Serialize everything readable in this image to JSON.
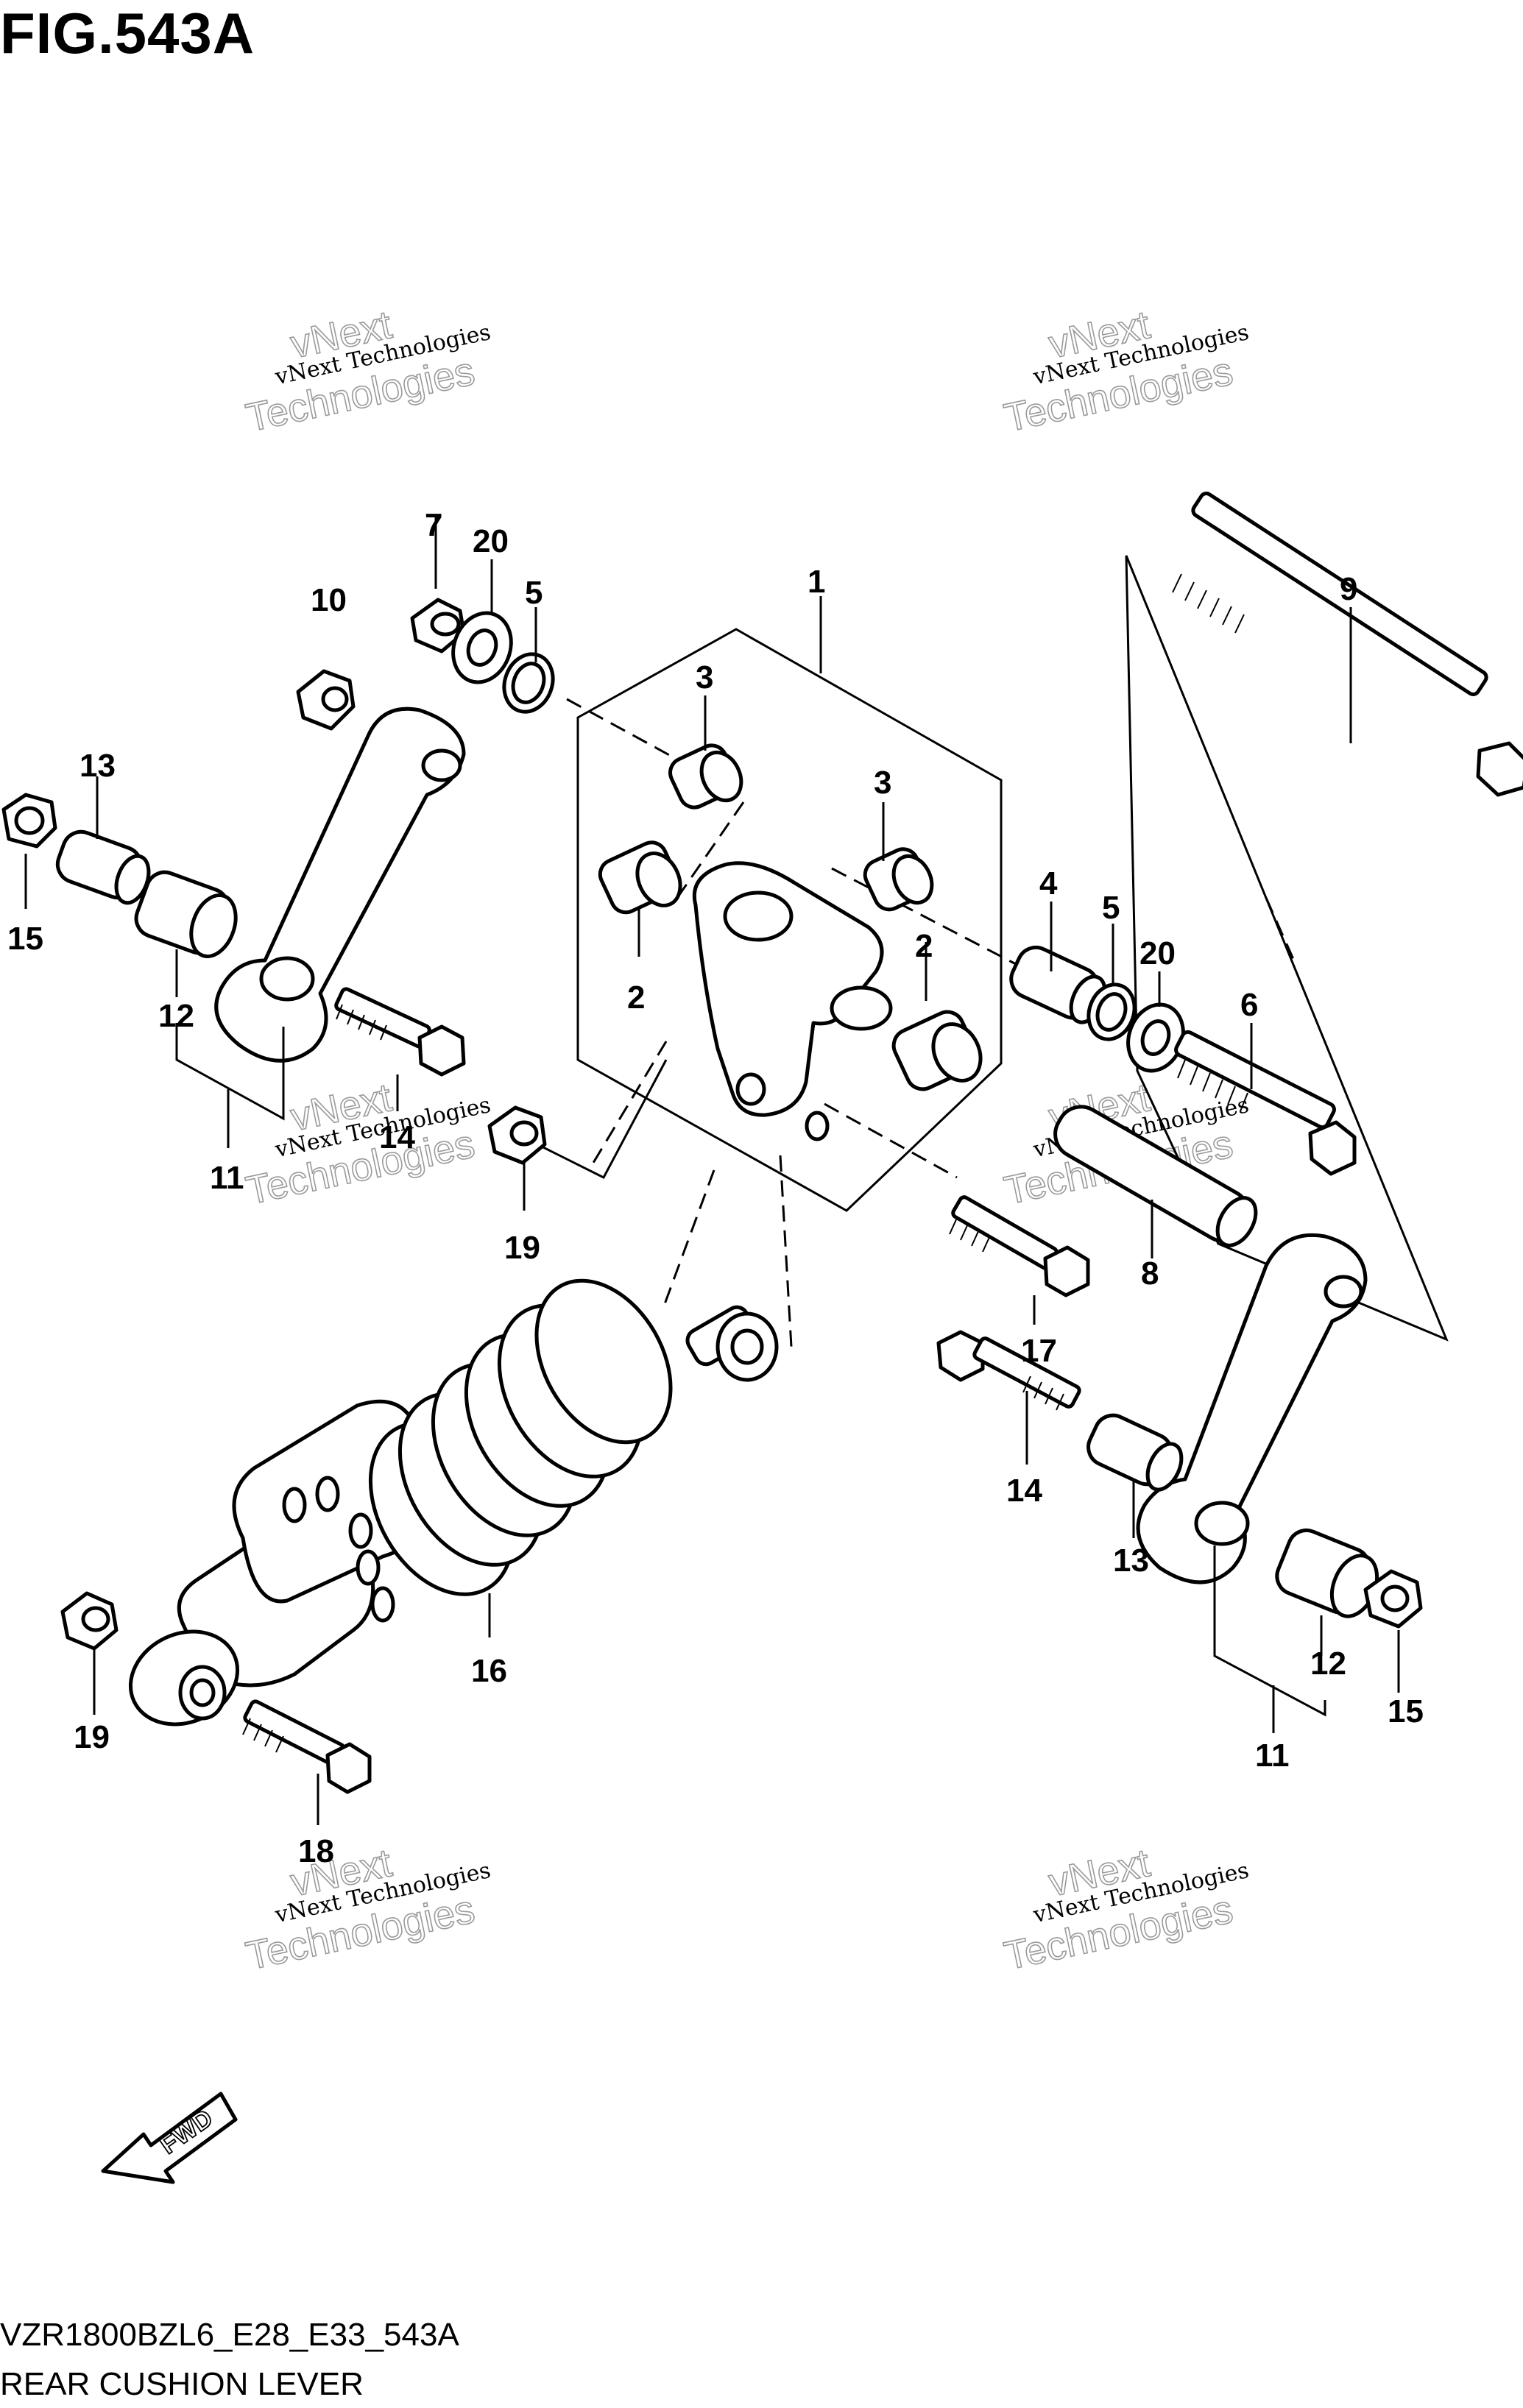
{
  "figure": {
    "title": "FIG.543A",
    "code": "VZR1800BZL6_E28_E33_543A",
    "name": "REAR CUSHION LEVER",
    "fwd_label": "FWD"
  },
  "watermark": {
    "line1": "vNext Technologies",
    "line2": "vNext",
    "line3": "Technologies"
  },
  "callouts": [
    "1",
    "2",
    "2",
    "3",
    "3",
    "4",
    "5",
    "5",
    "6",
    "7",
    "8",
    "9",
    "10",
    "11",
    "11",
    "12",
    "12",
    "13",
    "13",
    "14",
    "14",
    "15",
    "15",
    "16",
    "17",
    "18",
    "19",
    "19",
    "20",
    "20"
  ]
}
